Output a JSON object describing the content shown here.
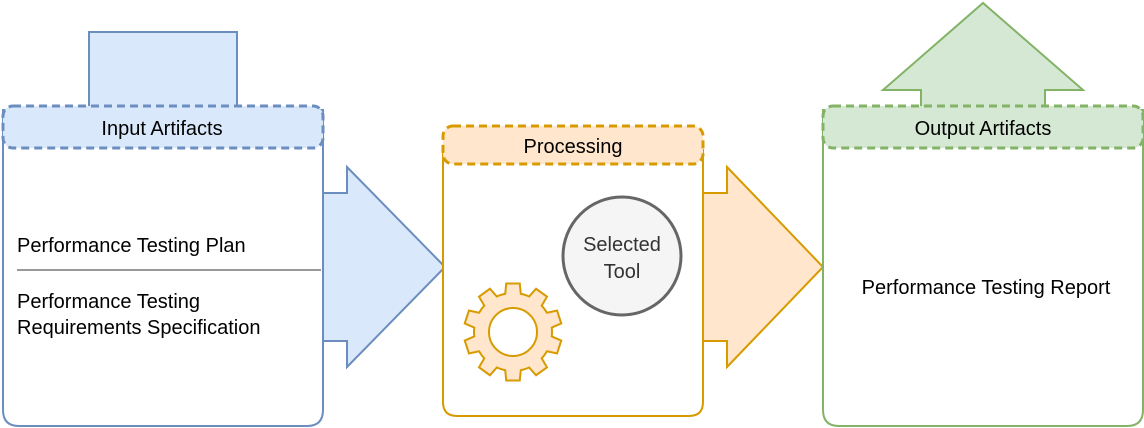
{
  "colors": {
    "blue_fill": "#dae8fc",
    "blue_stroke": "#6c8ebf",
    "orange_fill": "#ffe6cc",
    "orange_stroke": "#d79b00",
    "green_fill": "#d5e8d4",
    "green_stroke": "#82b366",
    "grey_fill": "#f5f5f5",
    "grey_stroke": "#666666",
    "gear_fill": "#ffe6cc",
    "gear_stroke": "#d79b00"
  },
  "input": {
    "title": "Input Artifacts",
    "items": [
      "Performance Testing Plan",
      "Performance Testing",
      "Requirements Specification"
    ]
  },
  "processing": {
    "title": "Processing",
    "tool_line1": "Selected",
    "tool_line2": "Tool",
    "gear_icon": "gear-icon"
  },
  "output": {
    "title": "Output Artifacts",
    "items": [
      "Performance Testing Report"
    ]
  }
}
